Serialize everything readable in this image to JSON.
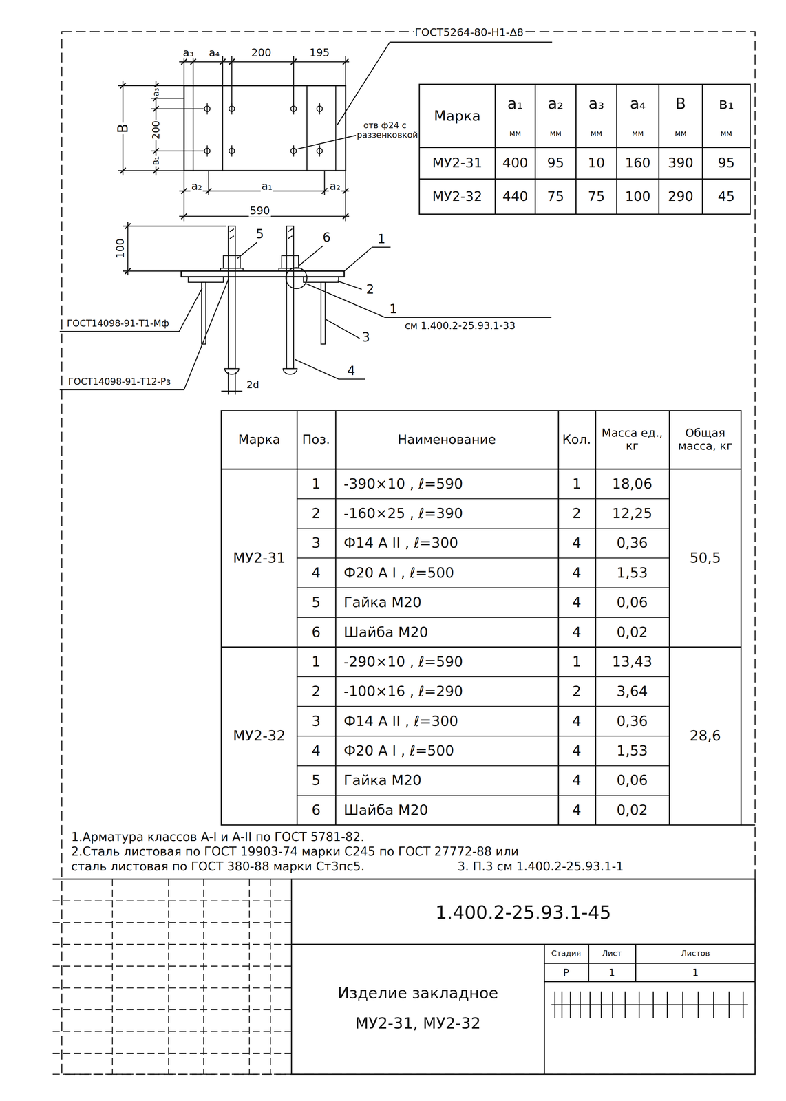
{
  "diagram": {
    "labels": [
      "a₃",
      "a₄",
      "200",
      "195",
      "ГОСТ5264-80-Н1-Δ8",
      "B",
      "a₃",
      "200",
      "в₁",
      "отв ф24 с раззенковкой",
      "a₂",
      "a₁",
      "a₂",
      "590",
      "Марка",
      "a₁",
      "a₂",
      "a₃",
      "a₄",
      "B",
      "в₁",
      "мм",
      "мм",
      "мм",
      "мм",
      "мм",
      "мм",
      "МУ2-31",
      "400",
      "95",
      "10",
      "160",
      "390",
      "95",
      "МУ2-32",
      "440",
      "75",
      "75",
      "100",
      "290",
      "45",
      "100",
      "5",
      "6",
      "1",
      "2",
      "1",
      "см 1.400.2-25.93.1-33",
      "3",
      "4",
      "ГОСТ14098-91-Т1-Мф",
      "ГОСТ14098-91-Т12-Рз",
      "2d",
      "Марка",
      "Поз.",
      "Наименование",
      "Кол.",
      "Масса ед., кг",
      "Общая масса, кг",
      "МУ2-31",
      "1",
      "-390×10 , ℓ=590",
      "1",
      "18,06",
      "2",
      "-160×25 , ℓ=390",
      "2",
      "12,25",
      "3",
      "Ф14 А II , ℓ=300",
      "4",
      "0,36",
      "4",
      "Ф20 А I , ℓ=500",
      "4",
      "1,53",
      "5",
      "Гайка М20",
      "4",
      "0,06",
      "6",
      "Шайба М20",
      "4",
      "0,02",
      "50,5",
      "МУ2-32",
      "1",
      "-290×10 , ℓ=590",
      "1",
      "13,43",
      "2",
      "-100×16 , ℓ=290",
      "2",
      "3,64",
      "3",
      "Ф14 А II , ℓ=300",
      "4",
      "0,36",
      "4",
      "Ф20 А I , ℓ=500",
      "4",
      "1,53",
      "5",
      "Гайка М20",
      "4",
      "0,06",
      "6",
      "Шайба М20",
      "4",
      "0,02",
      "28,6",
      "1.Арматура классов А-I и А-II по ГОСТ 5781-82.",
      "2.Сталь листовая по ГОСТ 19903-74 марки С245 по ГОСТ 27772-88 или",
      "сталь листовая по ГОСТ 380-88 марки Ст3пс5.",
      "3. П.3 см 1.400.2-25.93.1-1",
      "1.400.2-25.93.1-45",
      "Изделие закладное",
      "МУ2-31, МУ2-32",
      "Стадия",
      "Лист",
      "Листов",
      "Р",
      "1",
      "1"
    ]
  }
}
